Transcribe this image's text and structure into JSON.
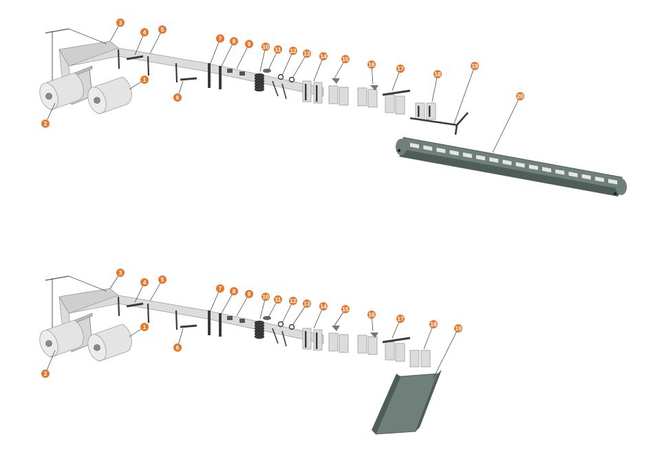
{
  "colors": {
    "badge": "#e8772e",
    "film": "#dcdcdc",
    "film_edge": "#9a9a9a",
    "part_dark": "#3a3a3a",
    "conveyor": "#6f7f7a",
    "conveyor_dark": "#4f5d59",
    "slot": "#e6e6e6"
  },
  "diagrams": [
    {
      "name": "production-line-with-conveyor",
      "labels": [
        "1",
        "2",
        "3",
        "4",
        "5",
        "6",
        "7",
        "8",
        "9",
        "10",
        "11",
        "12",
        "13",
        "14",
        "15",
        "16",
        "17",
        "18",
        "19",
        "20"
      ]
    },
    {
      "name": "production-line-with-chute",
      "labels": [
        "1",
        "2",
        "3",
        "4",
        "5",
        "6",
        "7",
        "8",
        "9",
        "10",
        "11",
        "12",
        "13",
        "14",
        "15",
        "16",
        "17",
        "18",
        "19"
      ]
    }
  ]
}
